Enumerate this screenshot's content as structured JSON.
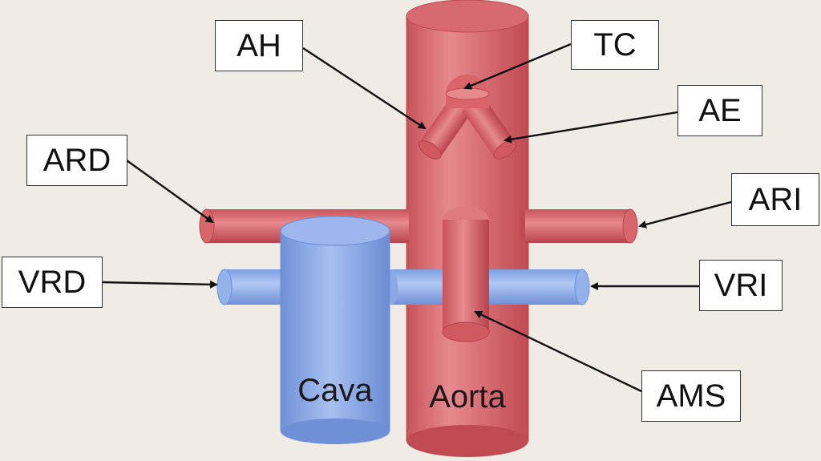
{
  "labels": {
    "ah": "AH",
    "tc": "TC",
    "ae": "AE",
    "ard": "ARD",
    "ari": "ARI",
    "vrd": "VRD",
    "vri": "VRI",
    "ams": "AMS"
  },
  "vessels": {
    "cava": "Cava",
    "aorta": "Aorta"
  },
  "colors": {
    "background": "#efece5",
    "artery": "#d9646a",
    "artery_dark": "#c04a52",
    "vein": "#8aaae6",
    "vein_dark": "#6f90d6"
  }
}
